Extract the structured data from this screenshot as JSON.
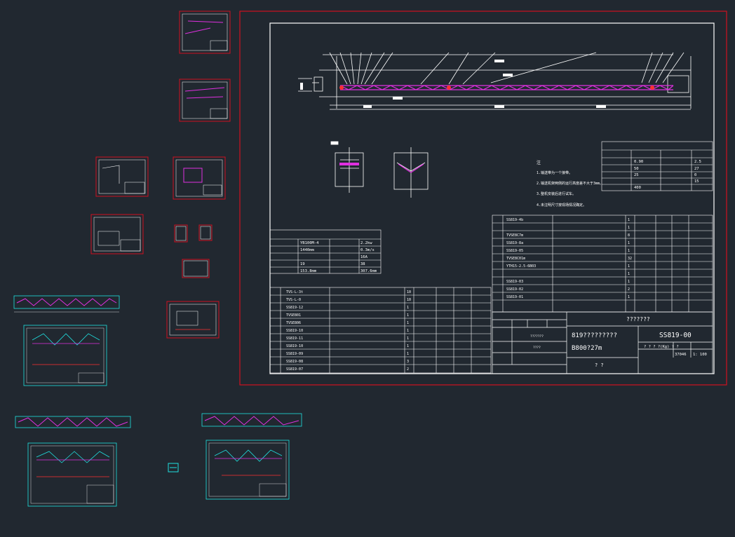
{
  "colors": {
    "background": "#212830",
    "sheet_border": "#d01020",
    "line_white": "#ffffff",
    "cyan": "#20e0e0",
    "magenta": "#e030e0",
    "red": "#ff3030"
  },
  "main_sheet": {
    "title_block": {
      "header": "???????",
      "drawing_title_1": "819?????????",
      "drawing_title_2": "B800?27m",
      "drawing_number": "SS819-00",
      "mass_header": "? ?  ? ?(Kg)  ? ?",
      "mass_value": "37046",
      "scale_value": "1: 100",
      "units_cell": "? ?",
      "unit_small": "???????",
      "unit_small_2": "????"
    },
    "notes": [
      "注",
      "1.输送带为一个接带。",
      "2.输送机架两侧的运行高度差不大于3mm。",
      "3.整机安装后进行试车。",
      "4.未注明尺寸按现场情况确定。"
    ],
    "spec_table": [
      [
        "YB100M-4",
        "2.2kw"
      ],
      [
        "1440mm",
        "0.3m/s"
      ],
      [
        "",
        "16A"
      ],
      [
        "19",
        "38"
      ],
      [
        "153.8mm",
        "307.6mm"
      ]
    ],
    "right_parts": [
      [
        "SS819-4b",
        "1"
      ],
      [
        "",
        "1"
      ],
      [
        "TVSE8C7m",
        "8"
      ],
      [
        "SS819-8a",
        "1"
      ],
      [
        "SS819-05",
        "1"
      ],
      [
        "TVSE8C01m",
        "32"
      ],
      [
        "YTH15-2.5-6B03",
        "1"
      ],
      [
        "",
        "1"
      ],
      [
        "SS819-03",
        "1"
      ],
      [
        "SS819-02",
        "2"
      ],
      [
        "SS819-01",
        "1"
      ]
    ],
    "left_parts": [
      [
        "TVS-L-3t",
        "10"
      ],
      [
        "TVS-L-0",
        "10"
      ],
      [
        "SS819-12",
        "1"
      ],
      [
        "TVSE801",
        "1"
      ],
      [
        "TVSE806",
        "1"
      ],
      [
        "SS819-10",
        "1"
      ],
      [
        "SS819-11",
        "1"
      ],
      [
        "SS819-10",
        "1"
      ],
      [
        "SS819-09",
        "1"
      ],
      [
        "SS819-08",
        "3"
      ],
      [
        "SS819-07",
        "2"
      ]
    ],
    "right_spec": [
      [
        "0.90",
        "2.5"
      ],
      [
        "50",
        "27"
      ],
      [
        "25",
        "0"
      ],
      [
        "",
        "15"
      ],
      [
        "400",
        ""
      ]
    ]
  }
}
